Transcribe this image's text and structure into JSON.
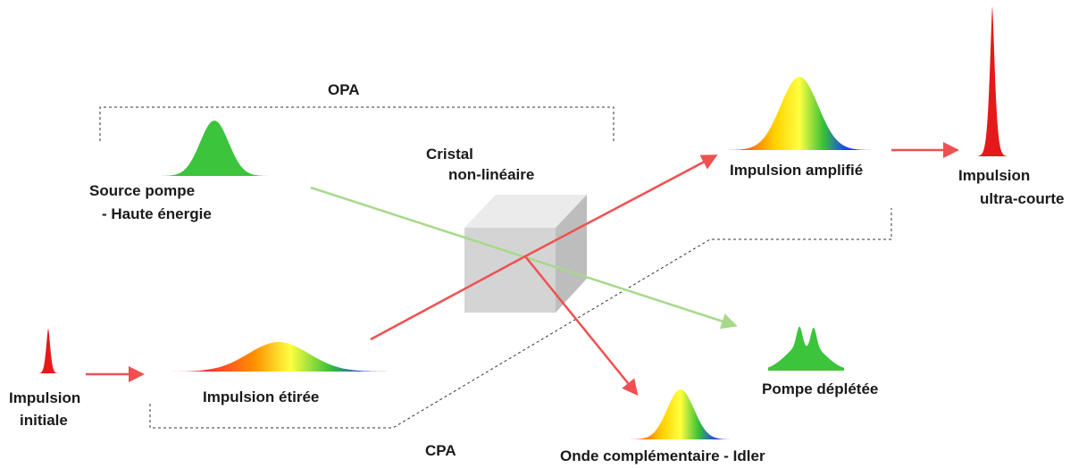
{
  "labels": {
    "opa": "OPA",
    "cpa": "CPA",
    "cristal_line1": "Cristal",
    "cristal_line2": "non-linéaire",
    "source_line1": "Source pompe",
    "source_line2": "- Haute énergie",
    "initial_line1": "Impulsion",
    "initial_line2": "initiale",
    "stretched": "Impulsion étirée",
    "amplified": "Impulsion amplifié",
    "ultrashort_line1": "Impulsion",
    "ultrashort_line2": "ultra-courte",
    "depleted": "Pompe déplétée",
    "idler": "Onde complémentaire - Idler"
  },
  "colors": {
    "pump_green": "#3cc43c",
    "pump_beam": "#a6d98a",
    "signal_red": "#f05050",
    "pulse_red": "#e41a1a",
    "crystal_front": "#d4d4d4",
    "crystal_top": "#ebebeb",
    "crystal_side": "#bdbdbd",
    "bracket": "#333333"
  },
  "icons": [
    "crystal-cube-icon",
    "gaussian-pulse-icon",
    "arrow-icon"
  ]
}
